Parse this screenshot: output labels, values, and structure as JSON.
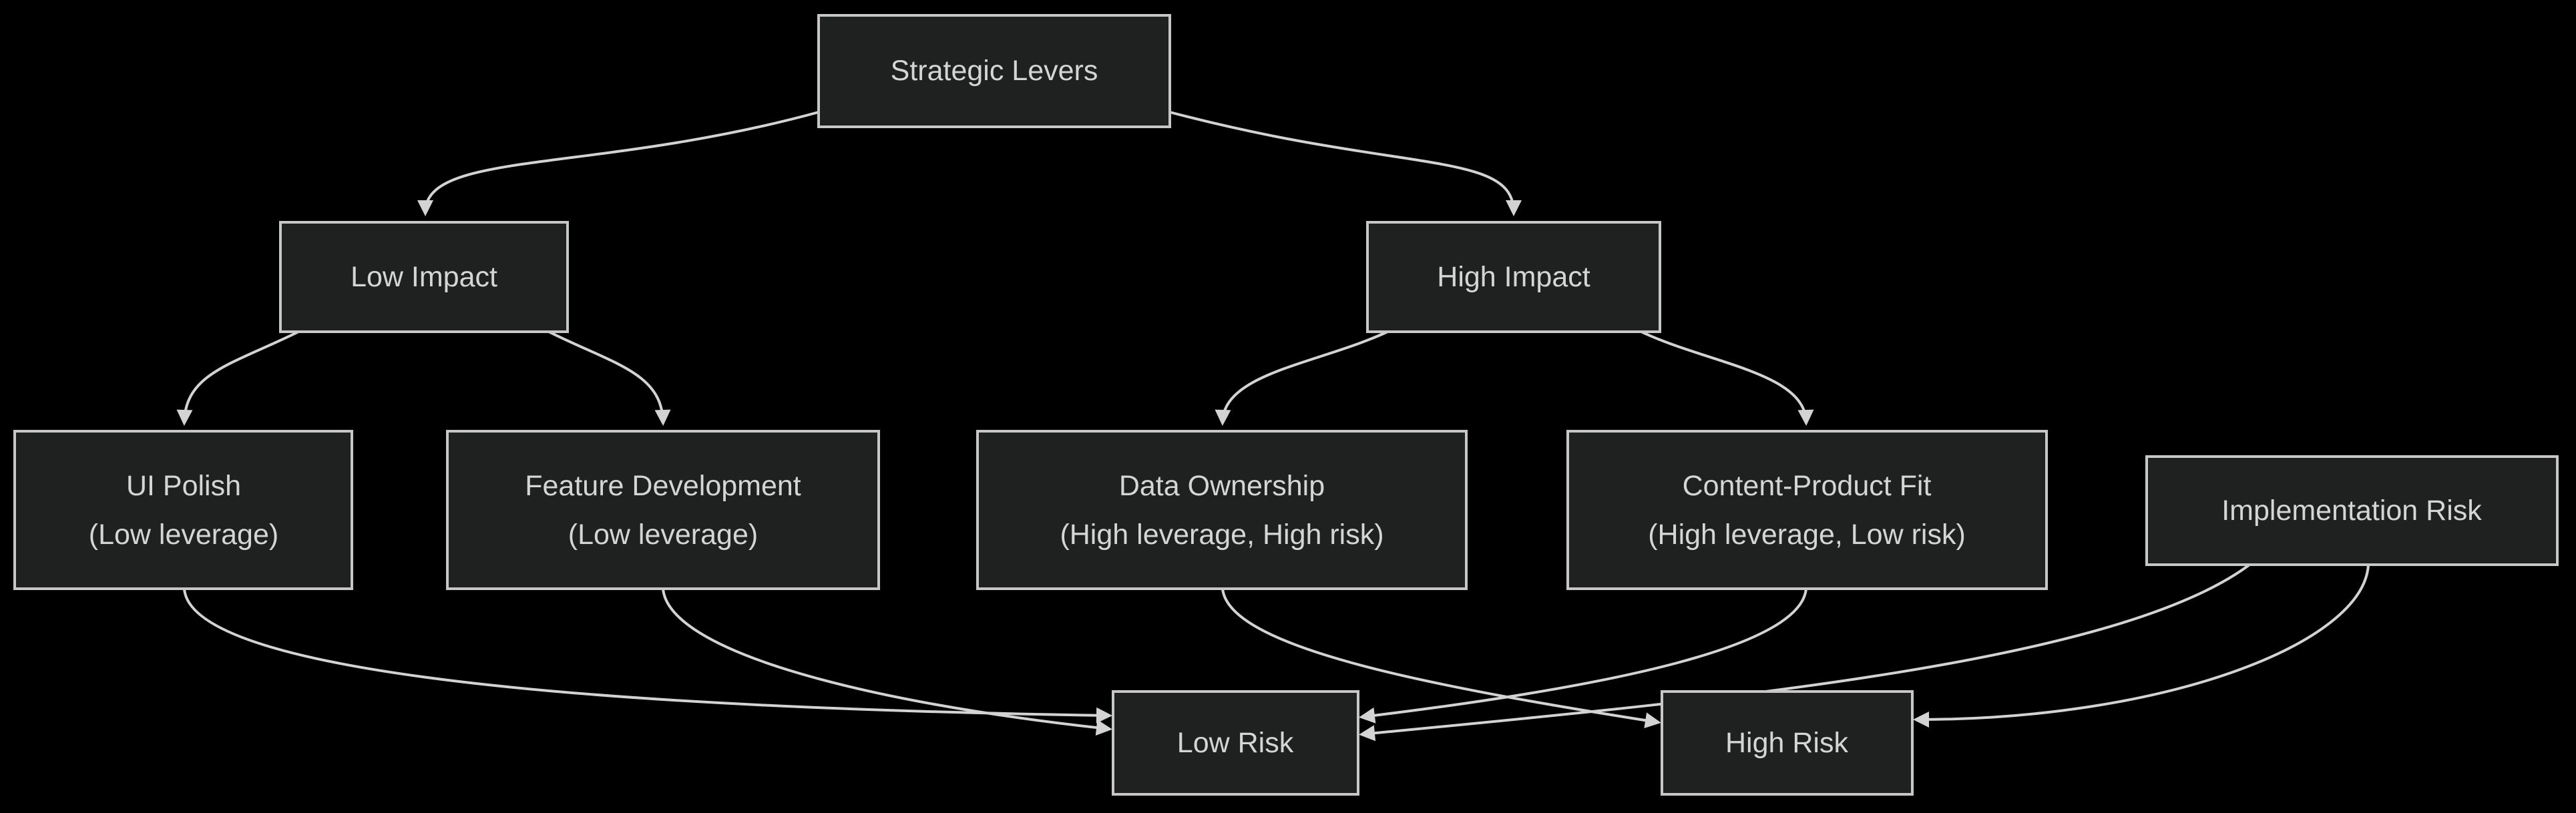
{
  "diagram_type": "flowchart",
  "theme": {
    "background": "#000000",
    "node_fill": "#1f2020",
    "node_border": "#c7c7c7",
    "node_text": "#d5d5d5",
    "edge_color": "#d3d3d3"
  },
  "nodes": {
    "strategic_levers": {
      "label": "Strategic Levers"
    },
    "low_impact": {
      "label": "Low Impact"
    },
    "high_impact": {
      "label": "High Impact"
    },
    "ui_polish": {
      "line1": "UI Polish",
      "line2": "(Low leverage)"
    },
    "feature_development": {
      "line1": "Feature Development",
      "line2": "(Low leverage)"
    },
    "data_ownership": {
      "line1": "Data Ownership",
      "line2": "(High leverage, High risk)"
    },
    "content_product_fit": {
      "line1": "Content-Product Fit",
      "line2": "(High leverage, Low risk)"
    },
    "implementation_risk": {
      "label": "Implementation Risk"
    },
    "low_risk": {
      "label": "Low Risk"
    },
    "high_risk": {
      "label": "High Risk"
    }
  },
  "edges": [
    {
      "from": "strategic_levers",
      "to": "low_impact"
    },
    {
      "from": "strategic_levers",
      "to": "high_impact"
    },
    {
      "from": "low_impact",
      "to": "ui_polish"
    },
    {
      "from": "low_impact",
      "to": "feature_development"
    },
    {
      "from": "high_impact",
      "to": "data_ownership"
    },
    {
      "from": "high_impact",
      "to": "content_product_fit"
    },
    {
      "from": "ui_polish",
      "to": "low_risk"
    },
    {
      "from": "feature_development",
      "to": "low_risk"
    },
    {
      "from": "data_ownership",
      "to": "high_risk"
    },
    {
      "from": "content_product_fit",
      "to": "low_risk"
    },
    {
      "from": "implementation_risk",
      "to": "low_risk"
    },
    {
      "from": "implementation_risk",
      "to": "high_risk"
    }
  ]
}
